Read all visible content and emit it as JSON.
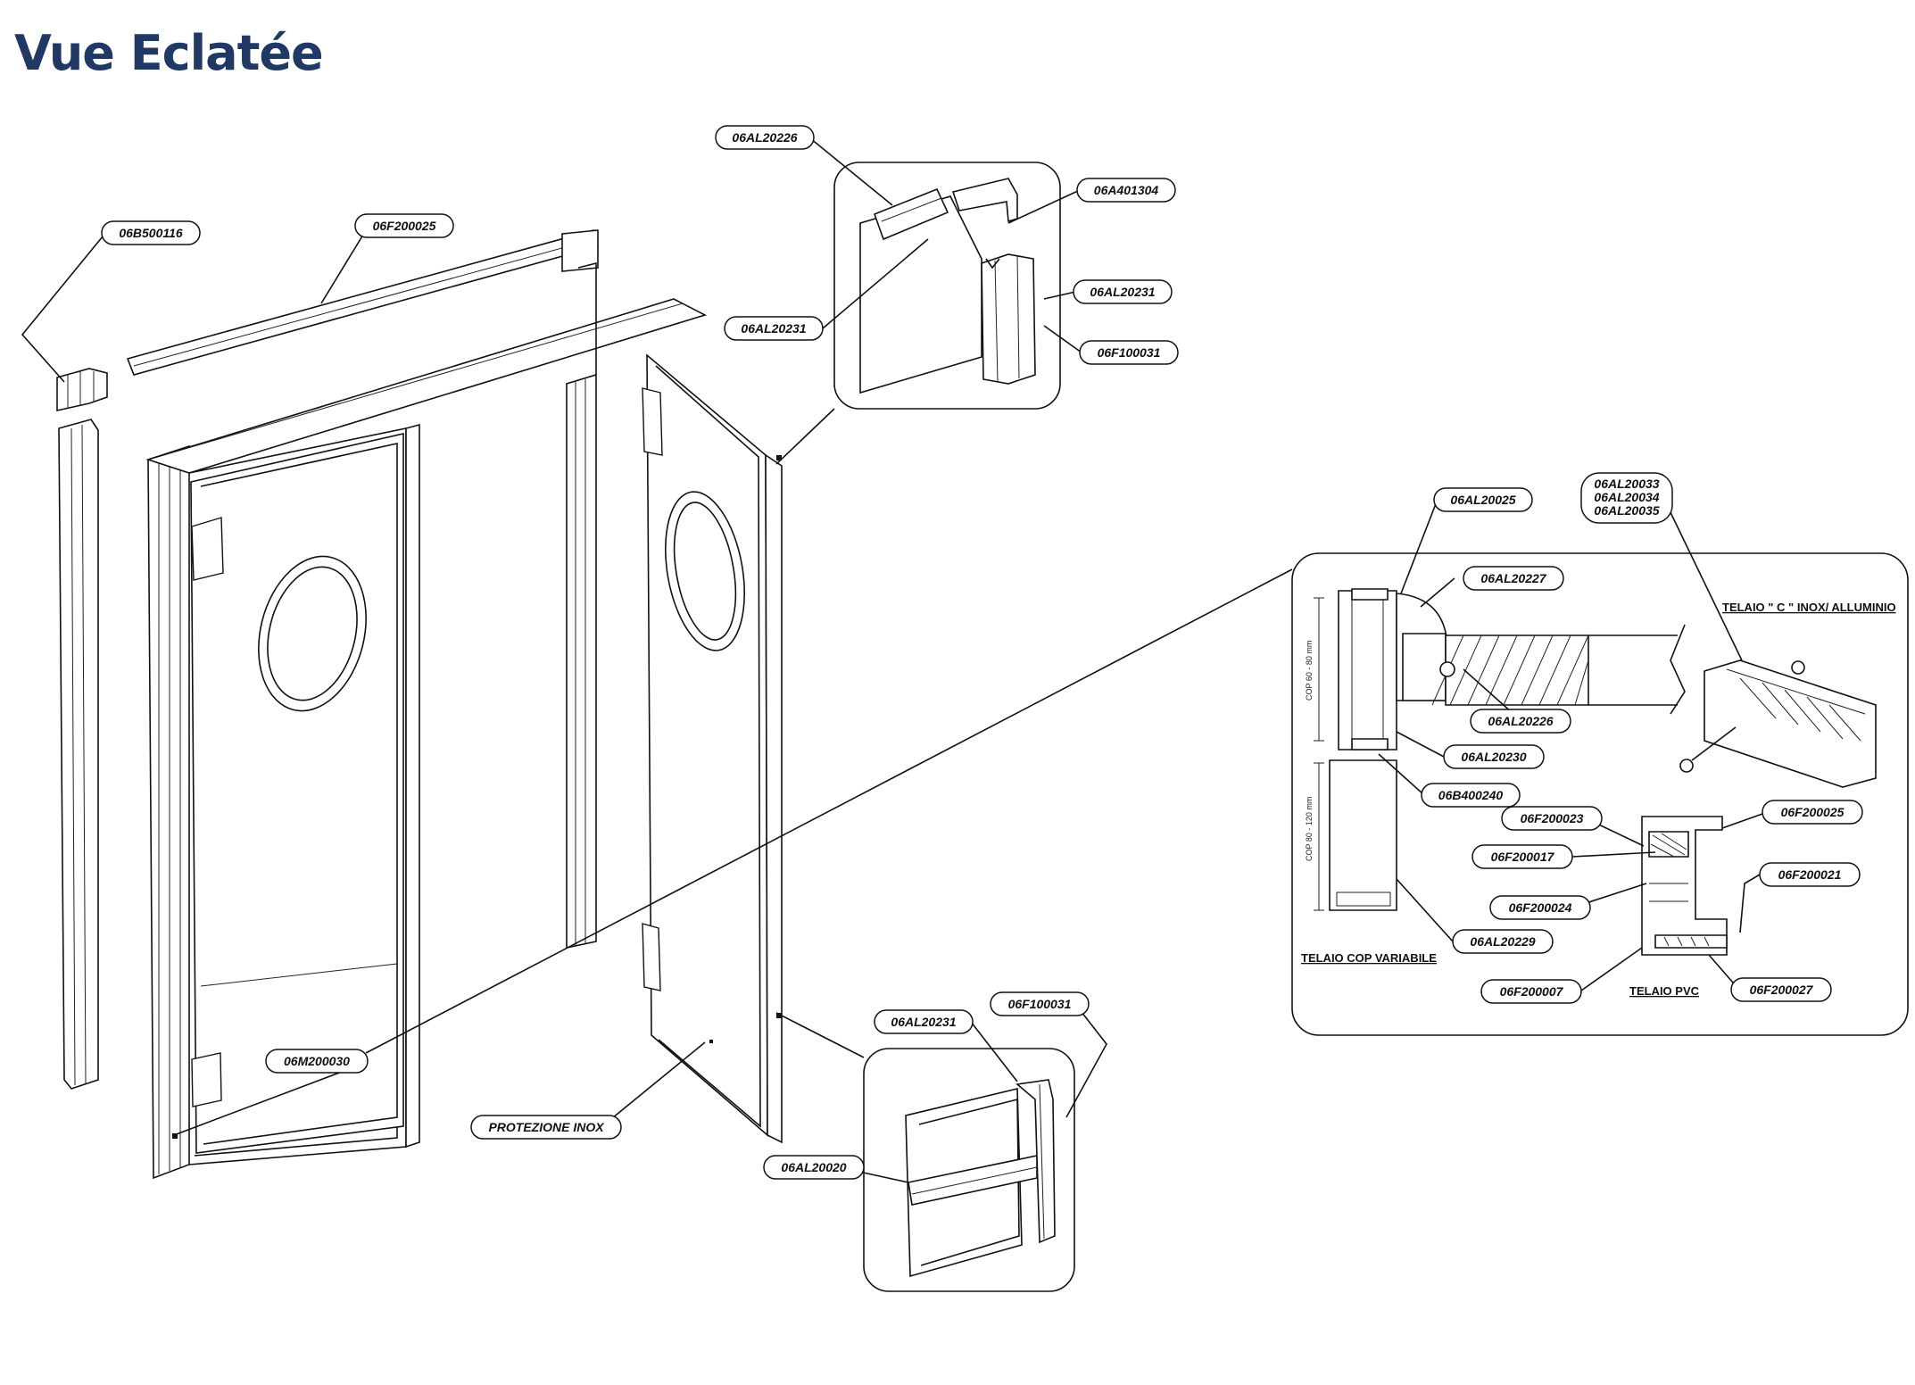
{
  "page": {
    "title": "Vue Eclatée"
  },
  "labels": {
    "l_06B500116": "06B500116",
    "l_06F200025_top": "06F200025",
    "l_06AL20226_top": "06AL20226",
    "l_06A401304": "06A401304",
    "l_06AL20231_right": "06AL20231",
    "l_06AL20231_left": "06AL20231",
    "l_06F100031_top": "06F100031",
    "l_06M200030": "06M200030",
    "l_protezione_inox": "PROTEZIONE INOX",
    "l_06AL20231_bottom": "06AL20231",
    "l_06F100031_bottom": "06F100031",
    "l_06AL20020": "06AL20020",
    "l_06AL20025": "06AL20025",
    "l_06AL20033": "06AL20033",
    "l_06AL20034": "06AL20034",
    "l_06AL20035": "06AL20035",
    "l_06AL20227": "06AL20227",
    "l_06AL20226_sec": "06AL20226",
    "l_06AL20230": "06AL20230",
    "l_06B400240": "06B400240",
    "l_06F200023": "06F200023",
    "l_06F200025_sec": "06F200025",
    "l_06F200017": "06F200017",
    "l_06F200021": "06F200021",
    "l_06F200024": "06F200024",
    "l_06AL20229": "06AL20229",
    "l_06F200007": "06F200007",
    "l_06F200027": "06F200027"
  },
  "captions": {
    "telaio_c": "TELAIO \" C \" INOX/ ALLUMINIO",
    "telaio_cop": "TELAIO COP VARIABILE",
    "telaio_pvc": "TELAIO PVC"
  },
  "dimensions": {
    "cop_60_80": "COP 60 - 80 mm",
    "cop_80_120": "COP 80 - 120 mm"
  },
  "colors": {
    "title": "#1f3864",
    "line": "#111111",
    "background": "#ffffff"
  }
}
